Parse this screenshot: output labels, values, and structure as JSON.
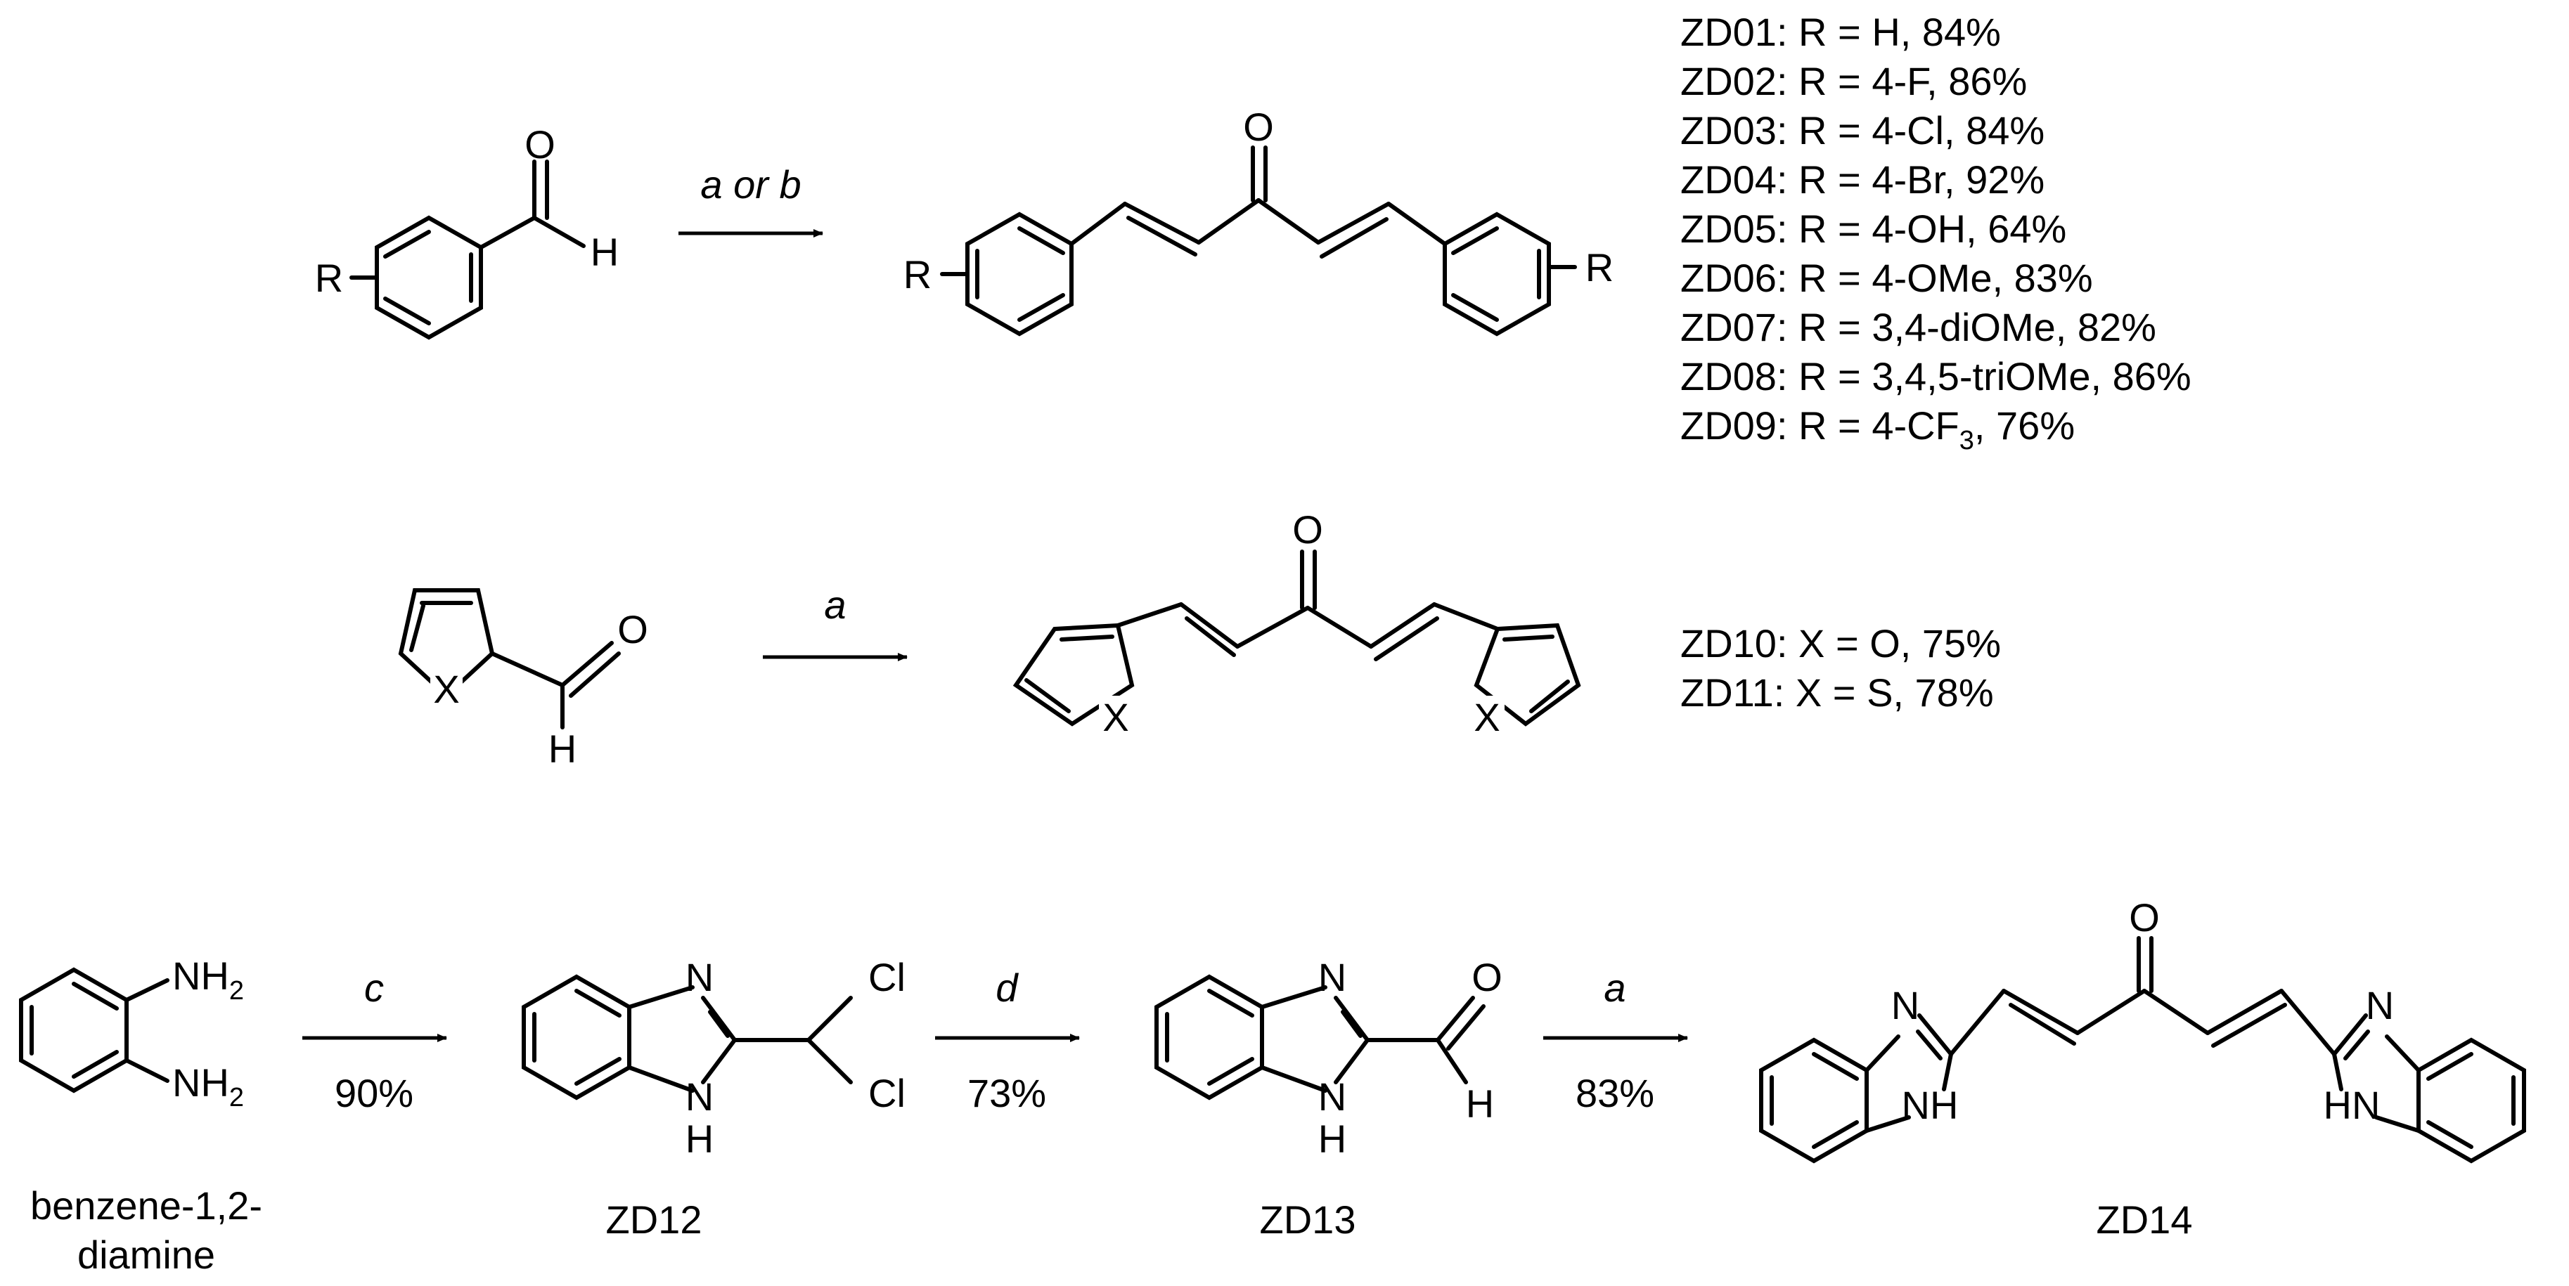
{
  "reagents": {
    "step1": "a or b",
    "step2": "a",
    "step3": "c",
    "step4": "d",
    "step5": "a"
  },
  "yields": {
    "step3": "90%",
    "step4": "73%",
    "step5": "83%"
  },
  "atoms": {
    "O": "O",
    "H": "H",
    "R": "R",
    "X": "X",
    "N": "N",
    "NH": "NH",
    "HN": "HN",
    "Cl": "Cl",
    "NH2": "NH",
    "sub2": "2"
  },
  "series_r": [
    "ZD01: R = H, 84%",
    "ZD02: R = 4-F,  86%",
    "ZD03: R = 4-Cl, 84%",
    "ZD04: R = 4-Br,  92%",
    "ZD05: R = 4-OH, 64%",
    "ZD06: R = 4-OMe, 83%",
    "ZD07: R = 3,4-diOMe, 82%",
    "ZD08: R = 3,4,5-triOMe, 86%"
  ],
  "series_r_last": {
    "prefix": "ZD09: R = 4-CF",
    "subscript": "3",
    "suffix": ", 76%"
  },
  "series_x": [
    "ZD10: X = O, 75%",
    "ZD11: X = S, 78%"
  ],
  "compounds": {
    "start": "benzene-1,2-",
    "start_line2": "diamine",
    "zd12": "ZD12",
    "zd13": "ZD13",
    "zd14": "ZD14"
  }
}
